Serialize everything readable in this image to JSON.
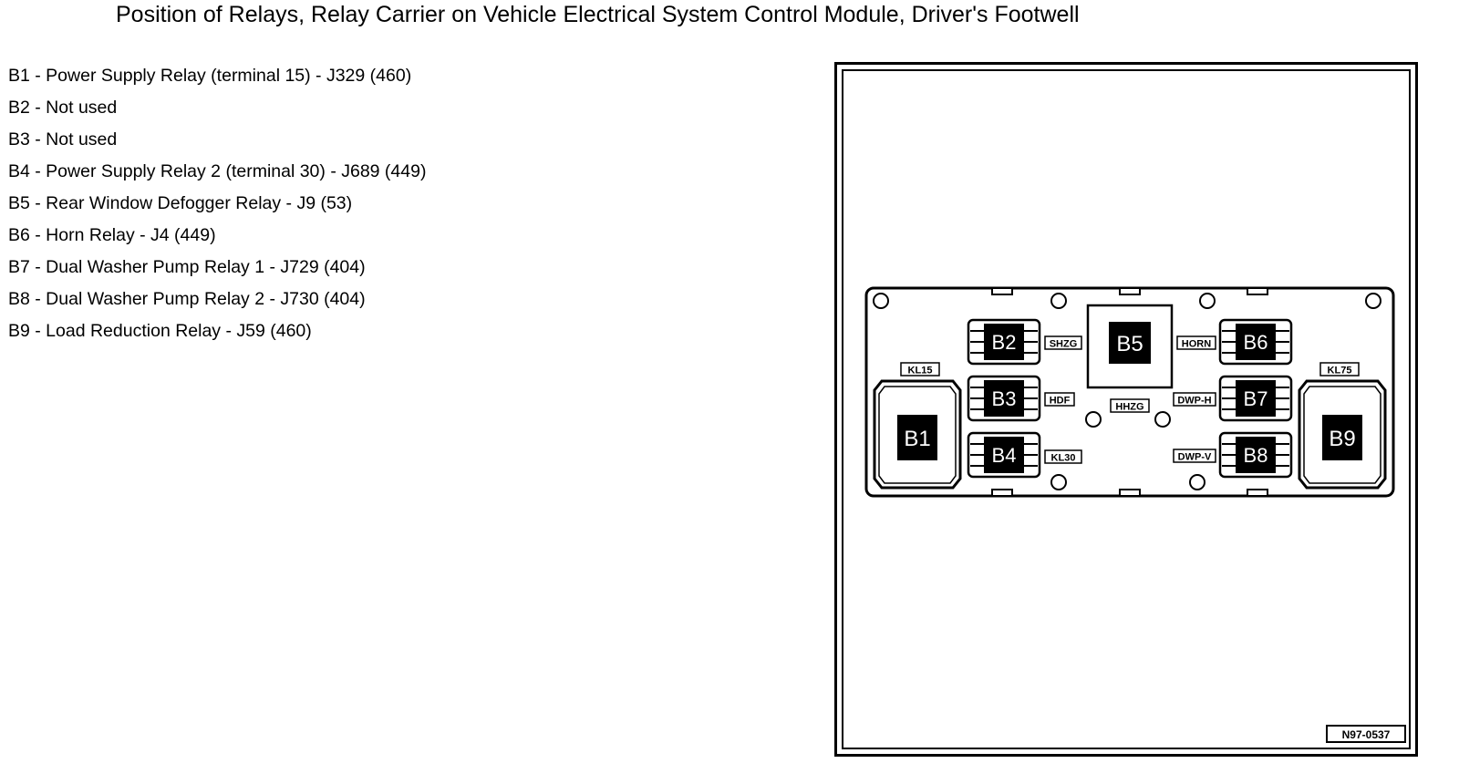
{
  "title": "Position of Relays, Relay Carrier on Vehicle Electrical System Control Module, Driver's Footwell",
  "legend": [
    "B1 - Power Supply Relay (terminal 15) - J329 (460)",
    "B2 - Not used",
    "B3 - Not used",
    "B4 - Power Supply Relay 2 (terminal 30) - J689 (449)",
    "B5 - Rear Window Defogger Relay - J9 (53)",
    "B6 - Horn Relay - J4 (449)",
    "B7 - Dual Washer Pump Relay 1 - J729 (404)",
    "B8 - Dual Washer Pump Relay 2 - J730 (404)",
    "B9 - Load Reduction Relay - J59 (460)"
  ],
  "diagram": {
    "relays": {
      "b1": "B1",
      "b2": "B2",
      "b3": "B3",
      "b4": "B4",
      "b5": "B5",
      "b6": "B6",
      "b7": "B7",
      "b8": "B8",
      "b9": "B9"
    },
    "tags": {
      "kl15": "KL15",
      "kl75": "KL75",
      "shzg": "SHZG",
      "hdf": "HDF",
      "kl30": "KL30",
      "hhzg": "HHZG",
      "horn": "HORN",
      "dwp_h": "DWP-H",
      "dwp_v": "DWP-V"
    },
    "ref": "N97-0537"
  }
}
